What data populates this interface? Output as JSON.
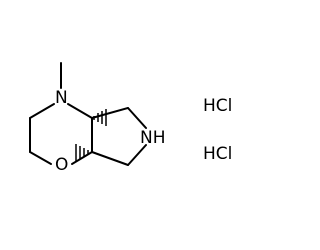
{
  "structure": {
    "atoms": {
      "n_methyl": "N",
      "o_ring": "O",
      "nh_ring": "NH"
    },
    "counterions": [
      "HCl",
      "HCl"
    ],
    "colors": {
      "bond": "#000000",
      "label": "#000000",
      "background": "#ffffff"
    }
  }
}
